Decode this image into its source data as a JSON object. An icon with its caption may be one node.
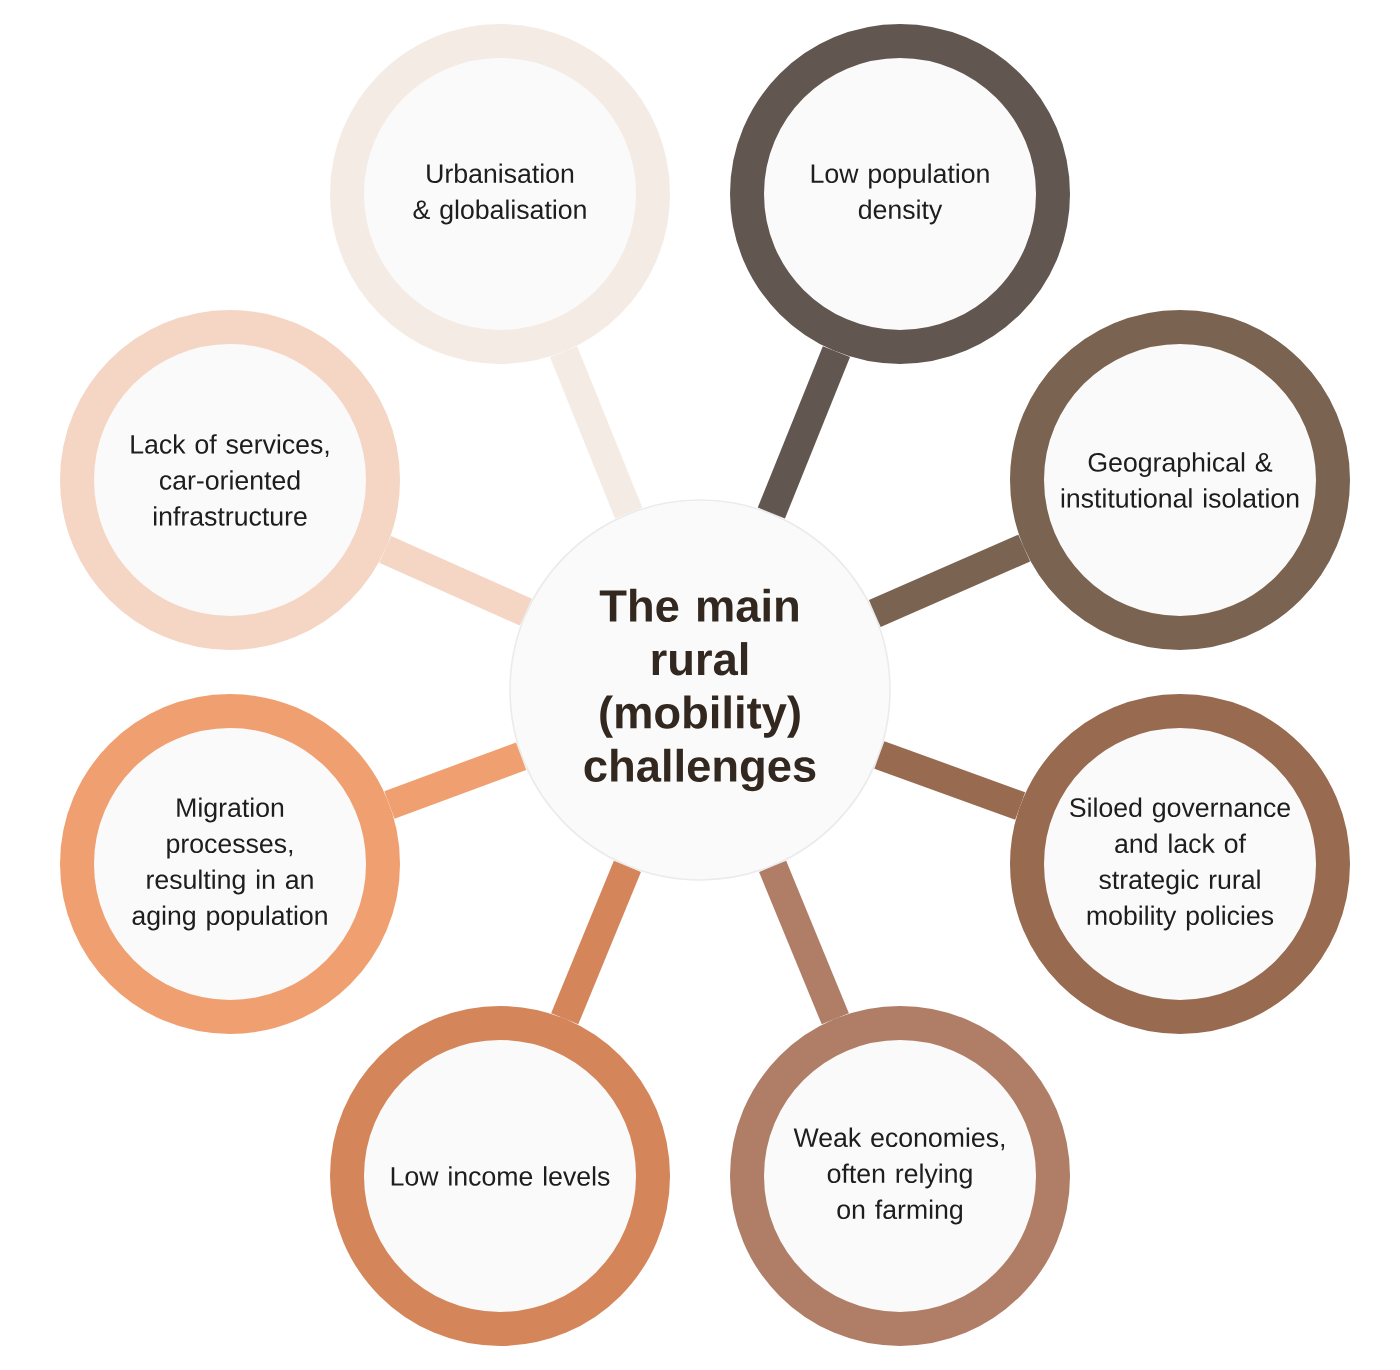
{
  "diagram": {
    "nodes": [
      {
        "text": [
          "The main rural (mobility) challenges"
        ]
      },
      {
        "text": [
          "Urbanisation & globalisation"
        ]
      },
      {
        "text": [
          "Low population density"
        ]
      },
      {
        "text": [
          "Lack of services, car-oriented infrastructure"
        ]
      },
      {
        "text": [
          "Geographical & institutional isolation"
        ]
      },
      {
        "text": [
          "Migration processes, resulting in an aging population"
        ]
      },
      {
        "text": [
          "Siloed governance and lack of strategic rural mobility policies"
        ]
      },
      {
        "text": [
          "Low income levels"
        ]
      },
      {
        "text": [
          "Weak economies, often relying on farming"
        ]
      }
    ],
    "edges": [
      {
        "from": 0,
        "to": 1,
        "arrow": "none",
        "color": "#f4ebe5"
      },
      {
        "from": 0,
        "to": 2,
        "arrow": "none",
        "color": "#615650"
      },
      {
        "from": 0,
        "to": 3,
        "arrow": "none",
        "color": "#f5d5c3"
      },
      {
        "from": 0,
        "to": 4,
        "arrow": "none",
        "color": "#7a6350"
      },
      {
        "from": 0,
        "to": 5,
        "arrow": "none",
        "color": "#f0a070"
      },
      {
        "from": 0,
        "to": 6,
        "arrow": "none",
        "color": "#986a50"
      },
      {
        "from": 0,
        "to": 7,
        "arrow": "none",
        "color": "#d4855a"
      },
      {
        "from": 0,
        "to": 8,
        "arrow": "none",
        "color": "#b07d67"
      }
    ]
  }
}
